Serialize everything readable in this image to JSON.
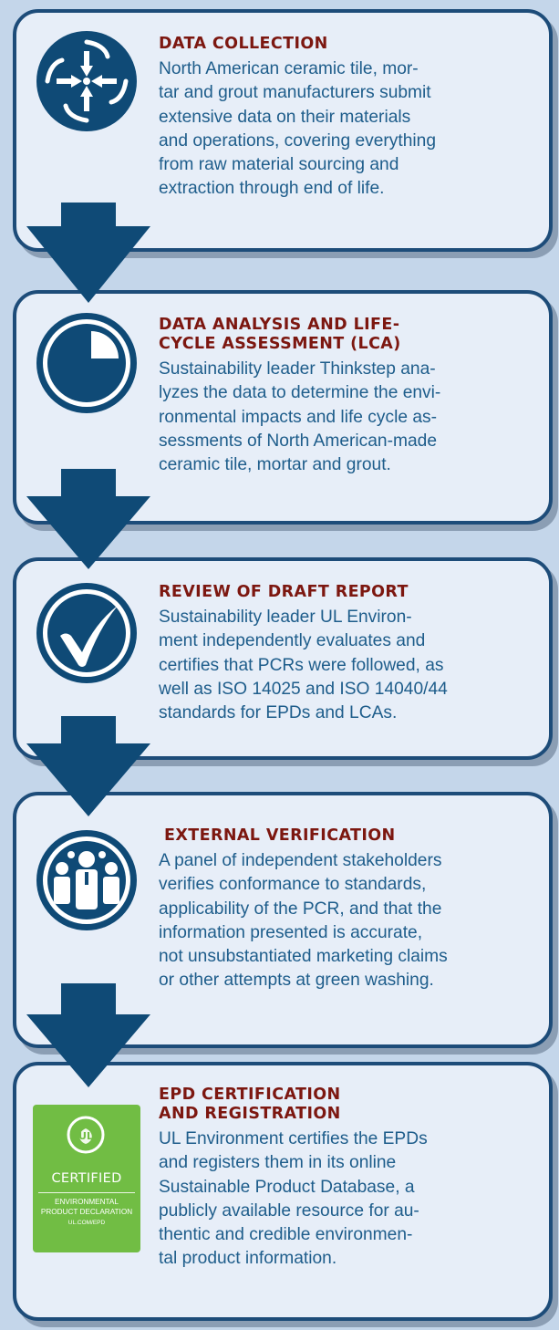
{
  "colors": {
    "background": "#c4d6ea",
    "panel": "#e7eef8",
    "panel_border": "#1d4c79",
    "arrow": "#0f4a76",
    "title": "#7c1710",
    "body": "#1e5d8b",
    "badge": "#71bd44"
  },
  "steps": [
    {
      "icon": "arrows-converging-icon",
      "title": "DATA COLLECTION",
      "lines": [
        "North American ceramic tile, mor-",
        "tar and grout manufacturers submit",
        "extensive data on their materials",
        "and operations, covering everything",
        "from raw material sourcing and",
        "extraction through end of life."
      ]
    },
    {
      "icon": "pie-chart-icon",
      "title_lines": [
        "DATA ANALYSIS AND LIFE-",
        "CYCLE ASSESSMENT (LCA)"
      ],
      "lines": [
        "Sustainability leader Thinkstep ana-",
        "lyzes the data to determine the envi-",
        "ronmental impacts and life cycle as-",
        "sessments of North American-made",
        "ceramic tile, mortar and grout."
      ]
    },
    {
      "icon": "checkmark-icon",
      "title": "REVIEW OF DRAFT REPORT",
      "lines": [
        "Sustainability leader UL Environ-",
        "ment  independently evaluates and",
        "certifies that PCRs were followed, as",
        "well as ISO 14025 and ISO 14040/44",
        "standards for EPDs and LCAs."
      ]
    },
    {
      "icon": "people-group-icon",
      "title": "EXTERNAL VERIFICATION",
      "lines": [
        "A panel of independent stakeholders",
        "verifies conformance to standards,",
        "applicability of the PCR, and that the",
        "information presented is accurate,",
        "not unsubstantiated marketing claims",
        "or other attempts at green washing."
      ]
    },
    {
      "icon": "ul-certified-badge-icon",
      "title_lines": [
        "EPD CERTIFICATION",
        "AND REGISTRATION"
      ],
      "lines": [
        "UL Environment certifies the EPDs",
        "and registers them in its online",
        "Sustainable Product Database, a",
        "publicly available resource for au-",
        "thentic and credible environmen-",
        "tal product information."
      ]
    }
  ],
  "badge": {
    "logo_text": "UL",
    "certified": "CERTIFIED",
    "line1": "ENVIRONMENTAL",
    "line2": "PRODUCT DECLARATION",
    "url": "UL.COM/EPD"
  }
}
